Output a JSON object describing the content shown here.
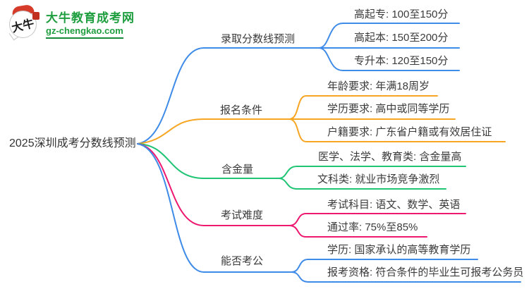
{
  "logo": {
    "icon_text": "大牛",
    "title": "大牛教育成考网",
    "subtitle": "gz-chengkao.com",
    "brand_green": "#1f9e3f",
    "seal_red": "#d63b2a"
  },
  "colors": {
    "branch_blue": "#3e8be8",
    "branch_orange": "#f6a623",
    "branch_green": "#20c475",
    "branch_pink": "#ed186f",
    "text": "#3b3b3b"
  },
  "mindmap": {
    "root": "2025深圳成考分数线预测",
    "branches": [
      {
        "label": "录取分数线预测",
        "color": "#3e8be8",
        "children": [
          {
            "text": "高起专: 100至150分"
          },
          {
            "text": "高起本: 150至200分"
          },
          {
            "text": "专升本: 120至150分"
          }
        ]
      },
      {
        "label": "报名条件",
        "color": "#f6a623",
        "children": [
          {
            "text": "年龄要求: 年满18周岁"
          },
          {
            "text": "学历要求: 高中或同等学历"
          },
          {
            "text": "户籍要求: 广东省户籍或有效居住证"
          }
        ]
      },
      {
        "label": "含金量",
        "color": "#20c475",
        "children": [
          {
            "text": "医学、法学、教育类: 含金量高"
          },
          {
            "text": "文科类: 就业市场竞争激烈"
          }
        ]
      },
      {
        "label": "考试难度",
        "color": "#ed186f",
        "children": [
          {
            "text": "考试科目: 语文、数学、英语"
          },
          {
            "text": "通过率: 75%至85%"
          }
        ]
      },
      {
        "label": "能否考公",
        "color": "#3e8be8",
        "children": [
          {
            "text": "学历: 国家承认的高等教育学历"
          },
          {
            "text": "报考资格: 符合条件的毕业生可报考公务员"
          }
        ]
      }
    ]
  }
}
